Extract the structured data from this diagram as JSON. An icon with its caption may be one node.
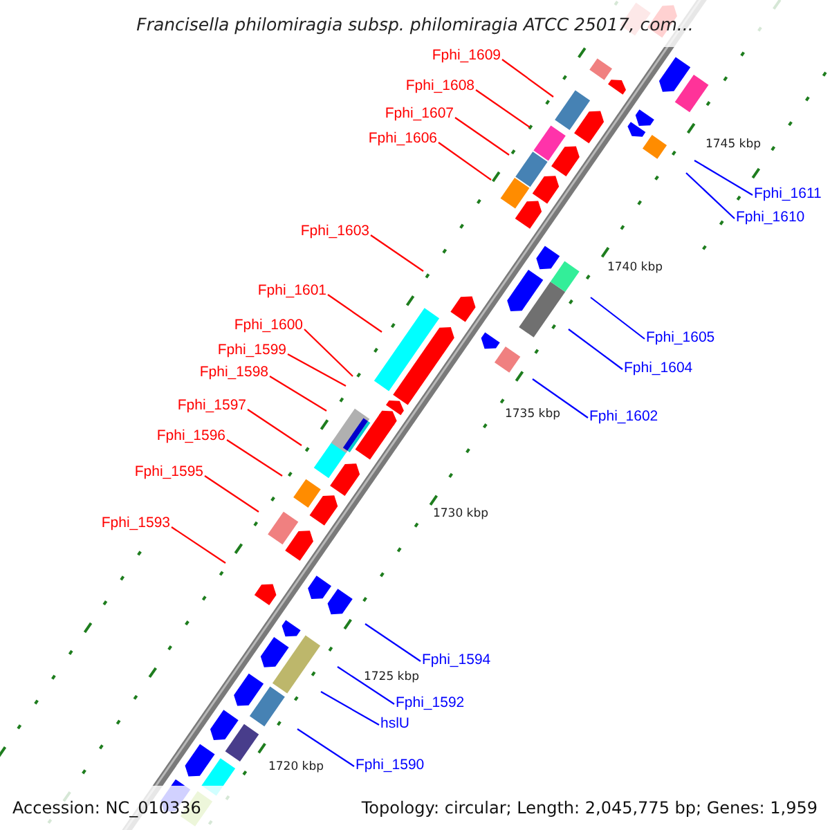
{
  "diagram": {
    "title": "Francisella philomiragia subsp. philomiragia ATCC 25017, com...",
    "nodes": [
      {
        "text": [
          "Fphi_1609"
        ]
      },
      {
        "text": [
          "Fphi_1608"
        ]
      },
      {
        "text": [
          "Fphi_1607"
        ]
      },
      {
        "text": [
          "Fphi_1606"
        ]
      },
      {
        "text": [
          "Fphi_1611"
        ]
      },
      {
        "text": [
          "Fphi_1610"
        ]
      },
      {
        "text": [
          "Fphi_1603"
        ]
      },
      {
        "text": [
          "Fphi_1601"
        ]
      },
      {
        "text": [
          "Fphi_1600"
        ]
      },
      {
        "text": [
          "Fphi_1605"
        ]
      },
      {
        "text": [
          "Fphi_1599"
        ]
      },
      {
        "text": [
          "Fphi_1604"
        ]
      },
      {
        "text": [
          "Fphi_1598"
        ]
      },
      {
        "text": [
          "Fphi_1597"
        ]
      },
      {
        "text": [
          "Fphi_1602"
        ]
      },
      {
        "text": [
          "Fphi_1596"
        ]
      },
      {
        "text": [
          "Fphi_1595"
        ]
      },
      {
        "text": [
          "Fphi_1593"
        ]
      },
      {
        "text": [
          "Fphi_1594"
        ]
      },
      {
        "text": [
          "Fphi_1592"
        ]
      },
      {
        "text": [
          "hslU"
        ]
      },
      {
        "text": [
          "Fphi_1590"
        ]
      }
    ],
    "edges": [
      {
        "from": 0,
        "to": null,
        "arrow": "none"
      },
      {
        "from": 1,
        "to": null,
        "arrow": "none"
      },
      {
        "from": 2,
        "to": null,
        "arrow": "none"
      },
      {
        "from": 3,
        "to": null,
        "arrow": "none"
      },
      {
        "from": 4,
        "to": null,
        "arrow": "none",
        "color": "#0000ff"
      },
      {
        "from": 5,
        "to": null,
        "arrow": "none",
        "color": "#0000ff"
      },
      {
        "from": 6,
        "to": null,
        "arrow": "none"
      },
      {
        "from": 7,
        "to": null,
        "arrow": "none"
      },
      {
        "from": 8,
        "to": null,
        "arrow": "none"
      },
      {
        "from": 9,
        "to": null,
        "arrow": "none",
        "color": "#0000ff"
      },
      {
        "from": 10,
        "to": null,
        "arrow": "none"
      },
      {
        "from": 11,
        "to": null,
        "arrow": "none",
        "color": "#0000ff"
      },
      {
        "from": 12,
        "to": null,
        "arrow": "none"
      },
      {
        "from": 13,
        "to": null,
        "arrow": "none"
      },
      {
        "from": 14,
        "to": null,
        "arrow": "none",
        "color": "#0000ff"
      },
      {
        "from": 15,
        "to": null,
        "arrow": "none"
      },
      {
        "from": 16,
        "to": null,
        "arrow": "none"
      },
      {
        "from": 17,
        "to": null,
        "arrow": "none"
      },
      {
        "from": 18,
        "to": null,
        "arrow": "none",
        "color": "#0000ff"
      },
      {
        "from": 19,
        "to": null,
        "arrow": "none",
        "color": "#0000ff"
      },
      {
        "from": 20,
        "to": null,
        "arrow": "none",
        "color": "#0000ff"
      },
      {
        "from": 21,
        "to": null,
        "arrow": "none",
        "color": "#0000ff"
      }
    ],
    "labels": [
      "1745 kbp",
      "1740 kbp",
      "1735 kbp",
      "1730 kbp",
      "1725 kbp",
      "1720 kbp",
      "Accession: NC_010336",
      "Topology: circular; Length: 2,045,775 bp; Genes: 1,959"
    ]
  }
}
